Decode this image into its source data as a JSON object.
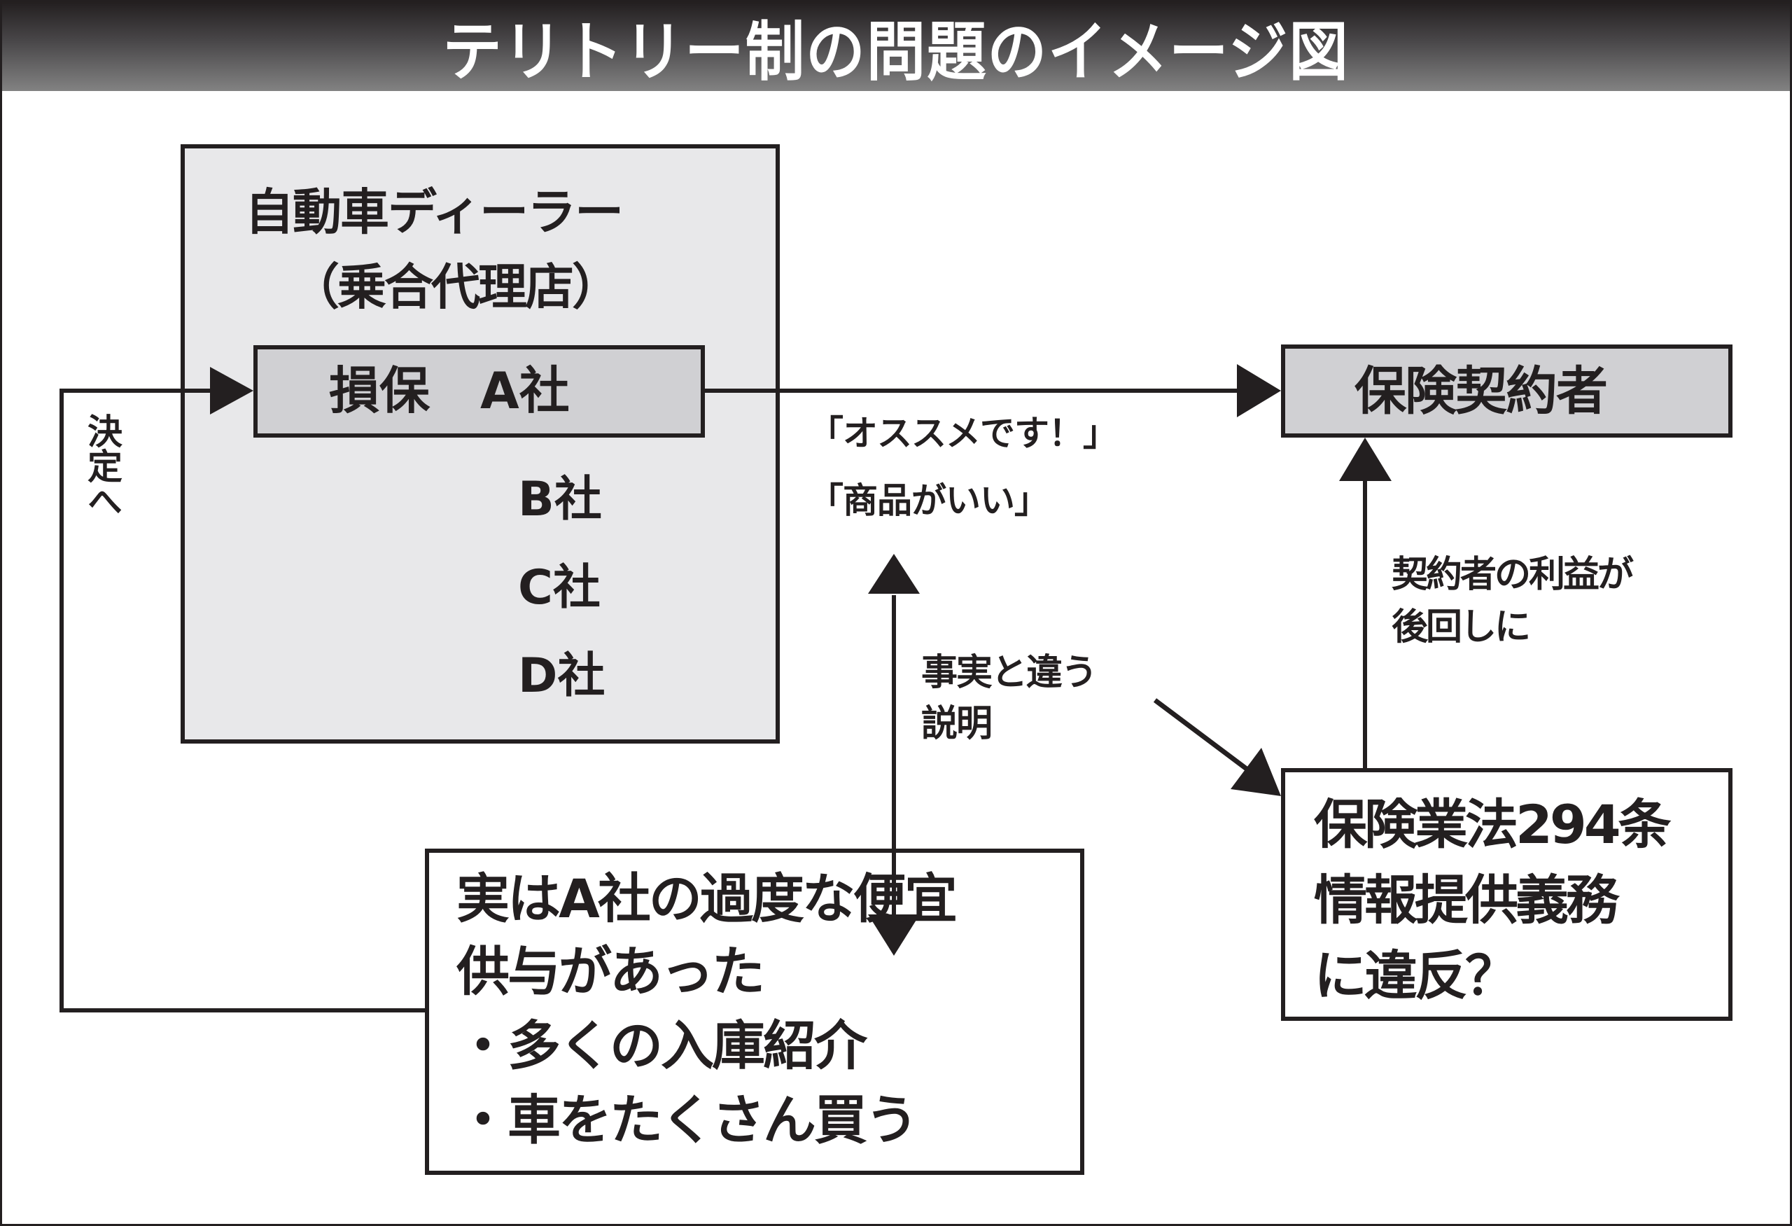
{
  "title": "テリトリー制の問題のイメージ図",
  "colors": {
    "ink": "#231f20",
    "dealer_box_fill": "#e8e8ea",
    "highlight_box_fill": "#d0d0d3",
    "title_gradient_top": "#231f20",
    "title_gradient_bottom": "#828282"
  },
  "dealer": {
    "title_line1": "自動車ディーラー",
    "title_line2": "（乗合代理店）",
    "insurers": [
      {
        "label": "損保　A社",
        "highlighted": true
      },
      {
        "label": "B社",
        "highlighted": false
      },
      {
        "label": "C社",
        "highlighted": false
      },
      {
        "label": "D社",
        "highlighted": false
      }
    ]
  },
  "contractor": {
    "label": "保険契約者"
  },
  "pitch": {
    "line1": "「オススメです！」",
    "line2": "「商品がいい」"
  },
  "misleading": {
    "line1": "事実と違う",
    "line2": "説明"
  },
  "benefit": {
    "line1": "契約者の利益が",
    "line2": "後回しに"
  },
  "decision": {
    "label": "決定へ"
  },
  "law": {
    "line1": "保険業法294条",
    "line2": "情報提供義務",
    "line3": "に違反？"
  },
  "truth": {
    "line1": "実はA社の過度な便宜",
    "line2": "供与があった",
    "bullets": [
      "・多くの入庫紹介",
      "・車をたくさん買う"
    ]
  }
}
